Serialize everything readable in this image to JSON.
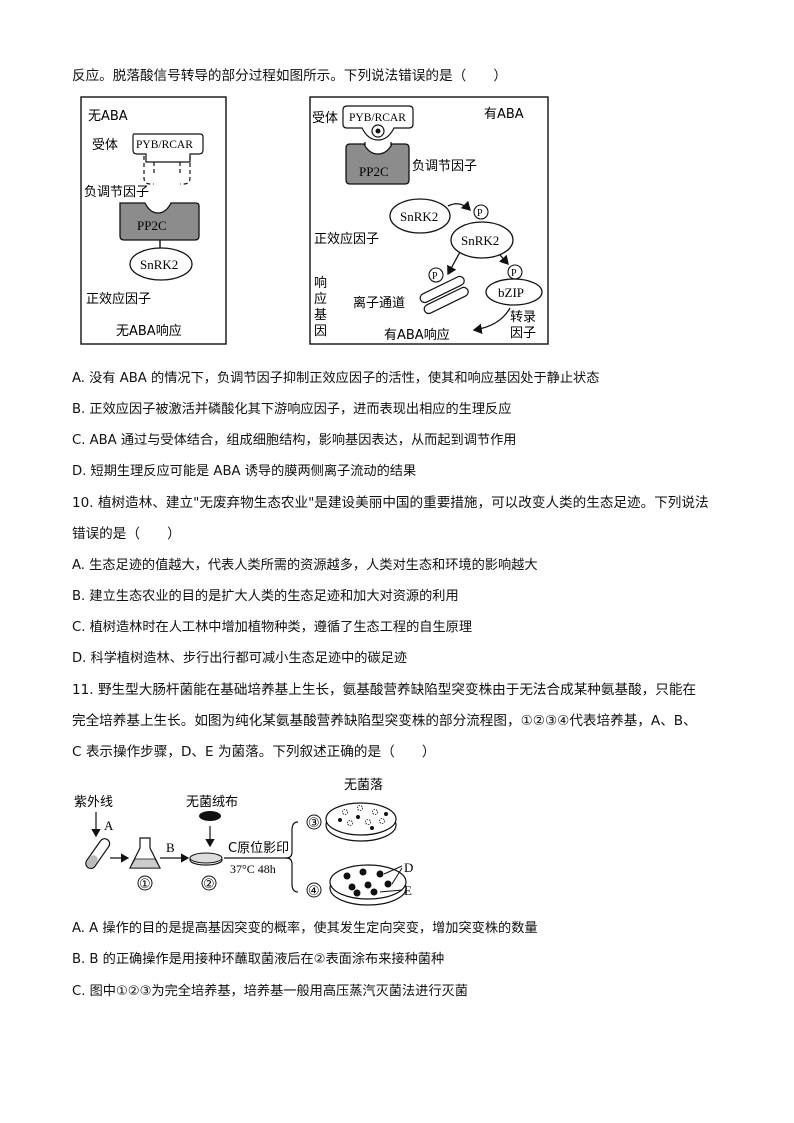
{
  "intro": "反应。脱落酸信号转导的部分过程如图所示。下列说法错误的是（　　）",
  "fig1": {
    "left": {
      "title": "无ABA",
      "receptor": "受体",
      "receptor_name": "PYB/RCAR",
      "neg": "负调节因子",
      "pp2c": "PP2C",
      "snrk2": "SnRK2",
      "pos": "正效应因子",
      "response": "无ABA响应"
    },
    "right": {
      "receptor": "受体",
      "receptor_name": "PYB/RCAR",
      "title": "有ABA",
      "pp2c": "PP2C",
      "neg": "负调节因子",
      "snrk2": "SnRK2",
      "snrk2b": "SnRK2",
      "pos": "正效应因子",
      "resp_gene": [
        "响",
        "应",
        "基",
        "因"
      ],
      "channel": "离子通道",
      "bzip": "bZIP",
      "p": "P",
      "tf1": "转录",
      "tf2": "因子",
      "response": "有ABA响应"
    }
  },
  "q9": {
    "A": "A.  没有 ABA 的情况下，负调节因子抑制正效应因子的活性，使其和响应基因处于静止状态",
    "B": "B.  正效应因子被激活并磷酸化其下游响应因子，进而表现出相应的生理反应",
    "C": "C. ABA 通过与受体结合，组成细胞结构，影响基因表达，从而起到调节作用",
    "D": "D.  短期生理反应可能是 ABA 诱导的膜两侧离子流动的结果"
  },
  "q10": {
    "stem1": "10.  植树造林、建立\"无废弃物生态农业\"是建设美丽中国的重要措施，可以改变人类的生态足迹。下列说法",
    "stem2": "错误的是（　　）",
    "A": "A.  生态足迹的值越大，代表人类所需的资源越多，人类对生态和环境的影响越大",
    "B": "B.  建立生态农业的目的是扩大人类的生态足迹和加大对资源的利用",
    "C": "C.  植树造林时在人工林中增加植物种类，遵循了生态工程的自生原理",
    "D": "D.  科学植树造林、步行出行都可减小生态足迹中的碳足迹"
  },
  "q11": {
    "stem1": "11.  野生型大肠杆菌能在基础培养基上生长，氨基酸营养缺陷型突变株由于无法合成某种氨基酸，只能在",
    "stem2": "完全培养基上生长。如图为纯化某氨基酸营养缺陷型突变株的部分流程图，①②③④代表培养基，A、B、",
    "stem3": "C 表示操作步骤，D、E 为菌落。下列叙述正确的是（　　）",
    "fig": {
      "uv": "紫外线",
      "a": "A",
      "b": "B",
      "velvet": "无菌绒布",
      "c": "C原位影印",
      "cond": "37°C 48h",
      "no_colony": "无菌落",
      "n1": "①",
      "n2": "②",
      "n3": "③",
      "n4": "④",
      "d": "D",
      "e": "E"
    },
    "A": "A. A 操作的目的是提高基因突变的概率，使其发生定向突变，增加突变株的数量",
    "B": "B. B 的正确操作是用接种环蘸取菌液后在②表面涂布来接种菌种",
    "C": "C.  图中①②③为完全培养基，培养基一般用高压蒸汽灭菌法进行灭菌"
  }
}
